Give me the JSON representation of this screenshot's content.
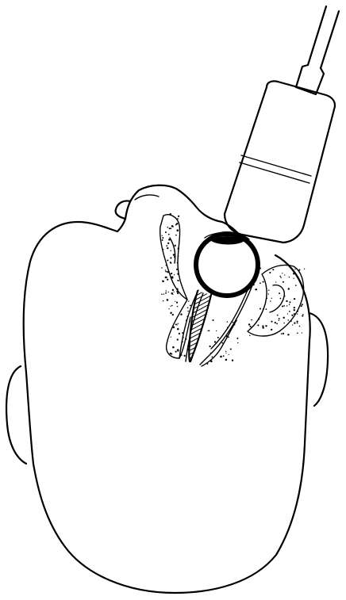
{
  "figure": {
    "ink_color": "#000000",
    "background_color": "#ffffff",
    "parts": [
      "ultrasound-probe",
      "probe-cable",
      "head-outline",
      "ears",
      "eye-globe",
      "optic-nerve",
      "orbit-bone",
      "sinus"
    ]
  }
}
